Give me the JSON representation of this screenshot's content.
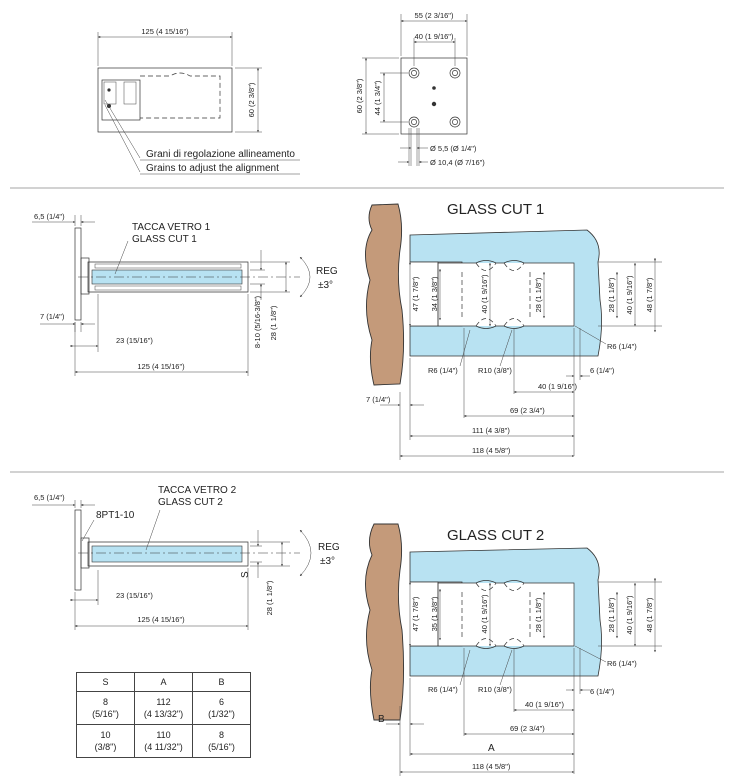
{
  "top": {
    "width_dim": "125 (4  15/16\")",
    "height_dim": "60 (2  3/8\")",
    "note_it": "Grani di regolazione allineamento",
    "note_en": "Grains to adjust the alignment",
    "face_w55": "55 (2  3/16\")",
    "face_w40": "40 (1  9/16\")",
    "face_h60": "60 (2  3/8\")",
    "face_h44": "44 (1  3/4\")",
    "hole_small": "Ø 5,5  (Ø 1/4\")",
    "hole_large": "Ø 10,4  (Ø 7/16\")"
  },
  "mid": {
    "d65": "6,5 (1/4\")",
    "tacca": "TACCA VETRO 1",
    "glasscut": "GLASS CUT 1",
    "d7": "7 (1/4\")",
    "d23": "23 (15/16\")",
    "d125": "125 (4  15/16\")",
    "d810": "8-10 (5/16-3/8\")",
    "d28": "28 (1  1/8\")",
    "reg": "REG",
    "reg_deg": "±3°"
  },
  "gc1": {
    "title": "GLASS CUT 1",
    "d47": "47 (1 7/8\")",
    "d34": "34 (1 3/8\")",
    "d40": "40 (1 9/16\")",
    "d28": "28 (1 1/8\")",
    "r28": "28 (1 1/8\")",
    "r40": "40 (1 9/16\")",
    "r48": "48 (1 7/8\")",
    "r6right": "R6 (1/4\")",
    "r6left": "R6 (1/4\")",
    "r10": "R10 (3/8\")",
    "d6": "6 (1/4\")",
    "b40": "40 (1  9/16\")",
    "d7": "7 (1/4\")",
    "d69": "69 (2  3/4\")",
    "d111": "111 (4  3/8\")",
    "d118": "118 (4  5/8\")"
  },
  "low": {
    "d65": "6,5 (1/4\")",
    "tacca": "TACCA VETRO 2",
    "glasscut": "GLASS CUT 2",
    "part": "8PT1-10",
    "d23": "23 (15/16\")",
    "d125": "125 (4  15/16\")",
    "s": "S",
    "d28": "28 (1  1/8\")",
    "reg": "REG",
    "reg_deg": "±3°"
  },
  "gc2": {
    "title": "GLASS CUT 2",
    "d47": "47 (1 7/8\")",
    "d35": "35 (1 3/8\")",
    "d40": "40 (1 9/16\")",
    "d28": "28 (1 1/8\")",
    "r28": "28 (1 1/8\")",
    "r40": "40 (1 9/16\")",
    "r48": "48 (1 7/8\")",
    "r6right": "R6 (1/4\")",
    "r6left": "R6 (1/4\")",
    "r10": "R10 (3/8\")",
    "d6": "6 (1/4\")",
    "b40": "40 (1  9/16\")",
    "b": "B",
    "d69": "69 (2  3/4\")",
    "a": "A",
    "d118": "118 (4  5/8\")"
  },
  "table": {
    "headers": [
      "S",
      "A",
      "B"
    ],
    "rows": [
      [
        [
          "8",
          "(5/16\")"
        ],
        [
          "112",
          "(4 13/32\")"
        ],
        [
          "6",
          "(1/32\")"
        ]
      ],
      [
        [
          "10",
          "(3/8\")"
        ],
        [
          "110",
          "(4 11/32\")"
        ],
        [
          "8",
          "(5/16\")"
        ]
      ]
    ]
  }
}
